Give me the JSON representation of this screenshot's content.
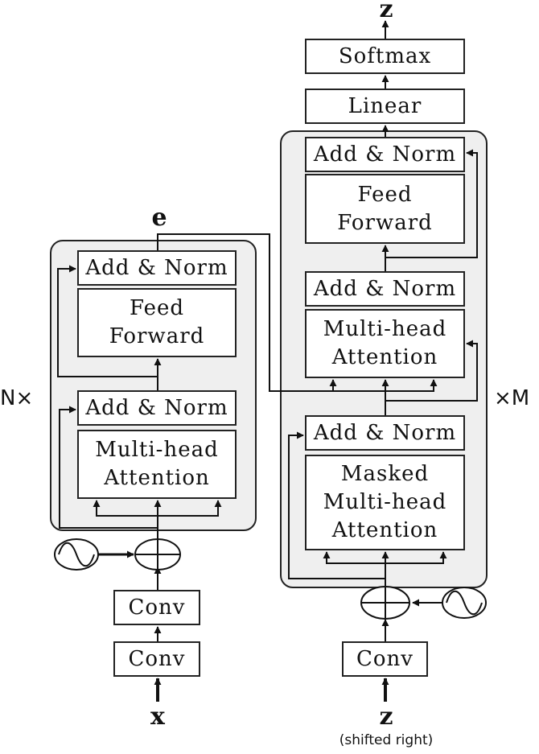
{
  "encoder": {
    "repeat_label": "N×",
    "blocks": {
      "add_norm_top": "Add & Norm",
      "feed_forward": "Feed\nForward",
      "add_norm_bottom": "Add & Norm",
      "attention": "Multi-head\nAttention"
    },
    "conv_upper": "Conv",
    "conv_lower": "Conv",
    "input_var": "x",
    "output_var": "e"
  },
  "decoder": {
    "repeat_label": "×M",
    "blocks": {
      "add_norm_top": "Add & Norm",
      "feed_forward": "Feed\nForward",
      "add_norm_mid": "Add & Norm",
      "cross_attention": "Multi-head\nAttention",
      "add_norm_bottom": "Add & Norm",
      "masked_attention": "Masked\nMulti-head\nAttention"
    },
    "conv": "Conv",
    "input_var": "z",
    "input_note": "(shifted right)"
  },
  "head": {
    "linear": "Linear",
    "softmax": "Softmax",
    "output_var": "z"
  }
}
